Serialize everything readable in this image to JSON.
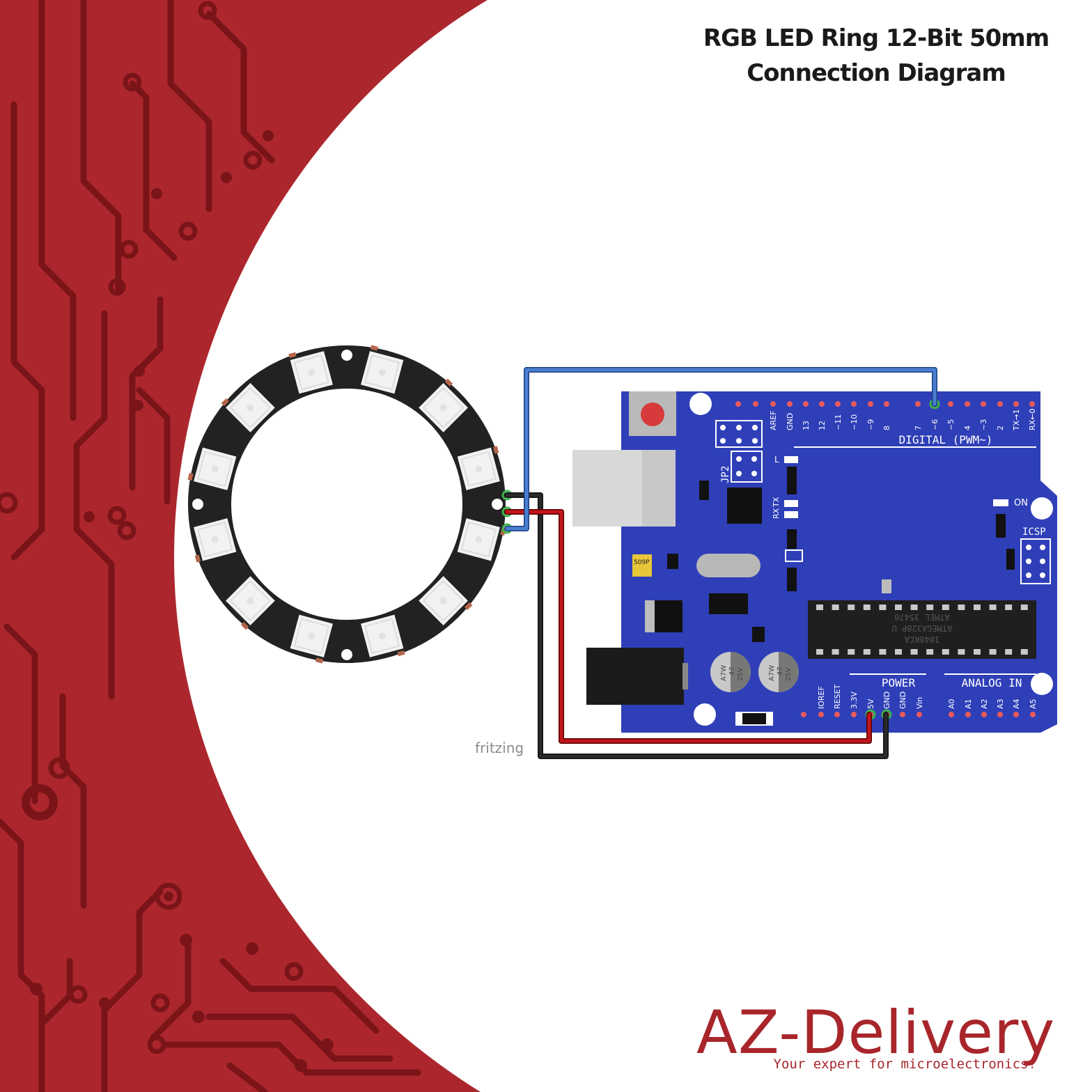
{
  "title": {
    "line1": "RGB LED Ring 12-Bit 50mm",
    "line2": "Connection Diagram"
  },
  "brand": {
    "name": "AZ-Delivery",
    "tagline": "Your expert for microelectronics!"
  },
  "watermark": "fritzing",
  "colors": {
    "background_red": "#ac272d",
    "circuit_dark": "#7a1419",
    "board_blue": "#2f3fb8",
    "ring_black": "#1f1f1f",
    "wire_blue": "#4a7fd0",
    "wire_red": "#c0161c",
    "wire_black": "#1a1a1a"
  },
  "led_ring": {
    "led_count": 12
  },
  "board": {
    "digital_header": [
      "AREF",
      "GND",
      "13",
      "12",
      "~11",
      "~10",
      "~9",
      "8",
      "7",
      "~6",
      "~5",
      "4",
      "~3",
      "2",
      "TX→1",
      "RX←0"
    ],
    "digital_label": "DIGITAL (PWM~)",
    "power_header": [
      "IOREF",
      "RESET",
      "3.3V",
      "5V",
      "GND",
      "GND",
      "Vin"
    ],
    "power_label": "POWER",
    "analog_header": [
      "A0",
      "A1",
      "A2",
      "A3",
      "A4",
      "A5"
    ],
    "analog_label": "ANALOG IN",
    "label_on": "ON",
    "label_icsp": "ICSP",
    "label_l": "L",
    "label_tx": "TX",
    "label_rx": "RX",
    "label_jp2": "JP2",
    "label_509p": "509P",
    "chip_text": [
      "ATMEL 35470",
      "ATMEGA328P U",
      "1848KCA"
    ],
    "cap_text": [
      "A7W",
      "47",
      "25V"
    ]
  },
  "connections": [
    {
      "from": "DIN",
      "to": "~6",
      "color": "blue"
    },
    {
      "from": "5V",
      "to": "5V",
      "color": "red"
    },
    {
      "from": "GND",
      "to": "GND",
      "color": "black"
    }
  ]
}
